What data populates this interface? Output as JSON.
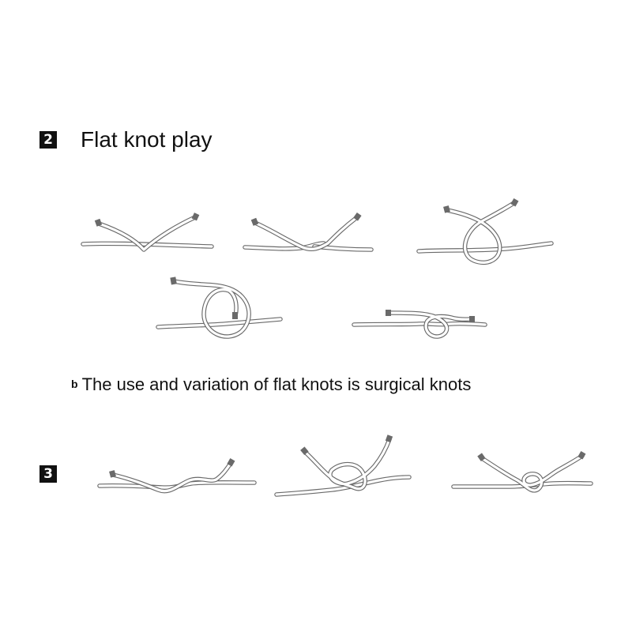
{
  "step_two": {
    "badge": "2",
    "title": "Flat knot play"
  },
  "caption": {
    "letter": "b",
    "text": "The use and variation of flat knots is surgical knots"
  },
  "step_three": {
    "badge": "3"
  },
  "colors": {
    "rope_outline": "#6a6a6a",
    "rope_fill": "#ffffff",
    "badge": "#111111"
  }
}
